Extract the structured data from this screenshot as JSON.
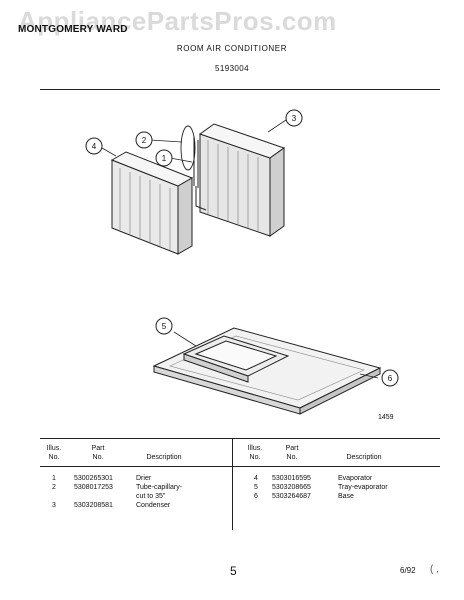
{
  "watermark": "AppliancePartsPros.com",
  "header": {
    "brand": "MONTGOMERY WARD",
    "title": "ROOM AIR CONDITIONER",
    "model": "5193004"
  },
  "diagram": {
    "number": "1459",
    "callouts": [
      "1",
      "2",
      "3",
      "4",
      "5",
      "6"
    ]
  },
  "table": {
    "headers": {
      "illus": [
        "Illus.",
        "No."
      ],
      "part": [
        "Part",
        "No."
      ],
      "description": "Description"
    },
    "left": [
      {
        "illus": "1",
        "part": "5300265301",
        "desc": [
          "Drier"
        ]
      },
      {
        "illus": "2",
        "part": "5308017253",
        "desc": [
          "Tube-capillary-",
          "cut to 35\""
        ]
      },
      {
        "illus": "3",
        "part": "5303208581",
        "desc": [
          "Condenser"
        ]
      }
    ],
    "right": [
      {
        "illus": "4",
        "part": "5303016595",
        "desc": [
          "Evaporator"
        ]
      },
      {
        "illus": "5",
        "part": "5303208665",
        "desc": [
          "Tray-evaporator"
        ]
      },
      {
        "illus": "6",
        "part": "5303264687",
        "desc": [
          "Base"
        ]
      }
    ]
  },
  "footer": {
    "date": "6/92",
    "sign": "5",
    "mark": "( ,"
  }
}
